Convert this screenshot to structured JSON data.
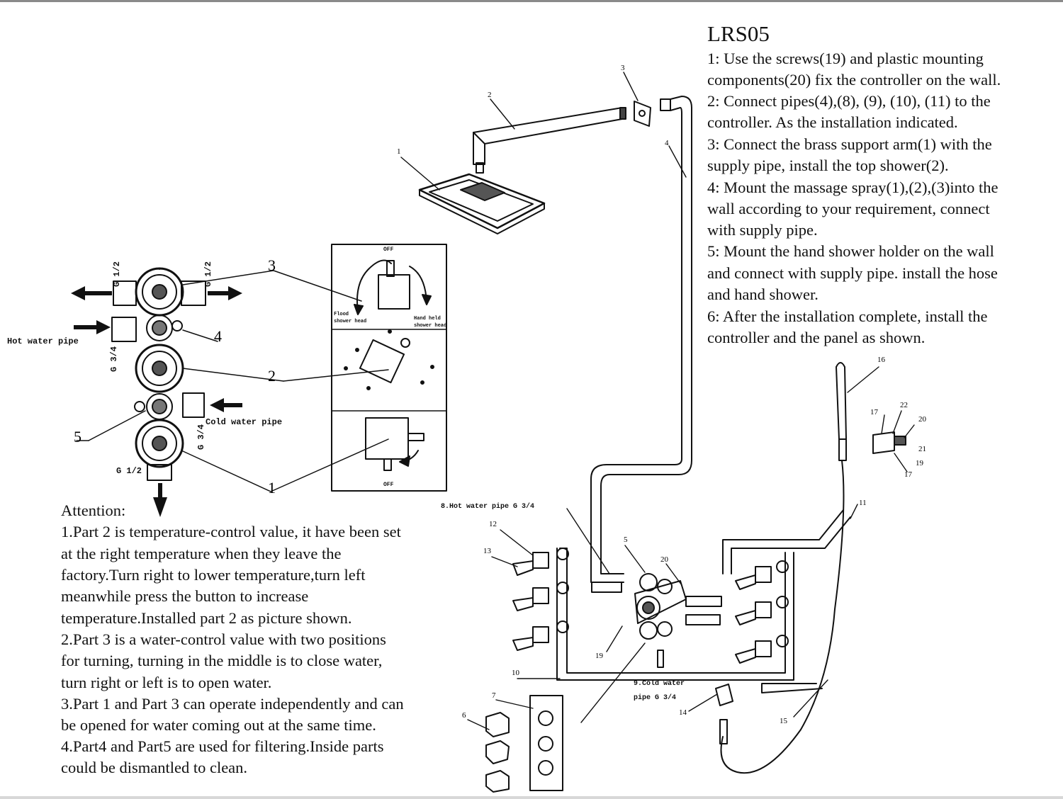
{
  "title": "LRS05",
  "steps": [
    "1: Use the screws(19) and plastic mounting",
    "components(20) fix the controller on the wall.",
    "2: Connect pipes(4),(8), (9), (10), (11) to the",
    "controller. As the installation indicated.",
    "3: Connect the brass support arm(1) with the",
    "supply pipe, install the top shower(2).",
    "4: Mount the massage spray(1),(2),(3)into the",
    "wall according to your requirement, connect",
    "with supply pipe.",
    "5: Mount the hand shower holder on the wall",
    "and connect with supply pipe. install the hose",
    "and hand shower.",
    "6: After  the installation complete, install the",
    "controller and the panel as shown."
  ],
  "attention": [
    "Attention:",
    "1.Part 2 is temperature-control value, it have been set",
    "at the right temperature when they leave the",
    "factory.Turn right to lower temperature,turn left",
    "meanwhile press the button to increase",
    "temperature.Installed part 2 as picture shown.",
    "2.Part 3 is a water-control value with two positions",
    "for turning, turning in the middle is to close water,",
    "turn right or left is to open water.",
    "3.Part 1 and Part 3 can operate independently and can",
    "be opened for water coming out at the same time.",
    "4.Part4 and Part5 are used for filtering.Inside parts",
    "could be dismantled to clean."
  ],
  "valve_labels": {
    "hot_water_pipe": "Hot water pipe",
    "cold_water_pipe": "Cold water pipe",
    "g12_a": "G 1/2",
    "g12_b": "G 1/2",
    "g34_a": "G 3/4",
    "g34_b": "G 3/4",
    "g12_bottom": "G 1/2",
    "n3": "3",
    "n4": "4",
    "n2": "2",
    "n5": "5",
    "n1": "1"
  },
  "inset_labels": {
    "off_top": "OFF",
    "off_bottom": "OFF",
    "left_pos_1": "Flood",
    "left_pos_2": "shower head",
    "right_pos_1": "Hand held",
    "right_pos_2": "shower head"
  },
  "install_labels": {
    "hot_pipe": "8.Hot water pipe G 3/4",
    "cold_pipe_1": "9.Cold water",
    "cold_pipe_2": "pipe G 3/4"
  },
  "part_numbers": {
    "p1": "1",
    "p2": "2",
    "p3": "3",
    "p4": "4",
    "p5": "5",
    "p6": "6",
    "p7": "7",
    "p10": "10",
    "p11": "11",
    "p12": "12",
    "p13": "13",
    "p14": "14",
    "p15": "15",
    "p16": "16",
    "p17a": "17",
    "p17b": "17",
    "p19a": "19",
    "p19b": "19",
    "p20a": "20",
    "p20b": "20",
    "p21": "21",
    "p22": "22"
  }
}
